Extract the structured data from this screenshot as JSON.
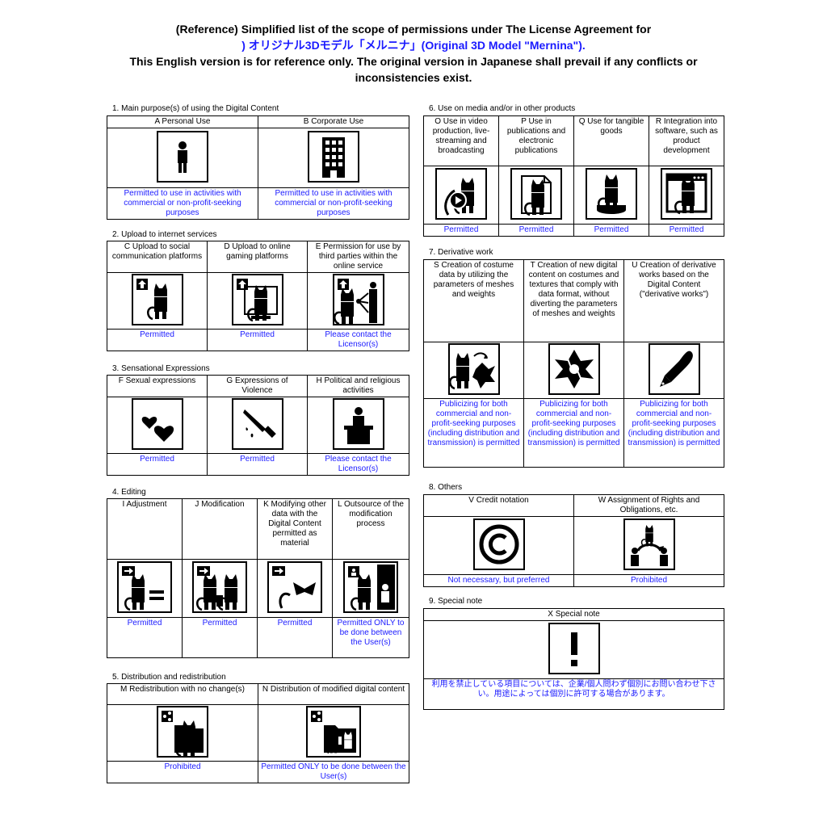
{
  "header": {
    "line1": "(Reference) Simplified list of the scope of permissions under The License Agreement for",
    "line2": ") オリジナル3Dモデル「メルニナ」(Original 3D Model \"Mernina\").",
    "line3": "This English version is for reference only. The original version in Japanese shall prevail if any conflicts or",
    "line4": "inconsistencies exist."
  },
  "sections": {
    "s1": {
      "title": "1. Main purpose(s) of using the Digital Content",
      "items": [
        {
          "label": "A Personal Use",
          "icon": "person-icon",
          "result": "Permitted to use in activities with commercial or non-profit-seeking purposes"
        },
        {
          "label": "B  Corporate Use",
          "icon": "building-icon",
          "result": "Permitted to use in activities with commercial or non-profit-seeking purposes"
        }
      ]
    },
    "s2": {
      "title": "2. Upload to internet services",
      "items": [
        {
          "label": "C Upload to social communication platforms",
          "icon": "upload-social-icon",
          "result": "Permitted"
        },
        {
          "label": "D Upload to online gaming platforms",
          "icon": "upload-gaming-icon",
          "result": "Permitted"
        },
        {
          "label": "E Permission for use by third parties within the online service",
          "icon": "third-party-share-icon",
          "result": "Please contact the Licensor(s)"
        }
      ]
    },
    "s3": {
      "title": "3. Sensational Expressions",
      "items": [
        {
          "label": "F Sexual expressions",
          "icon": "hearts-icon",
          "result": "Permitted"
        },
        {
          "label": "G Expressions of Violence",
          "icon": "knife-icon",
          "result": "Permitted"
        },
        {
          "label": "H Political and religious activities",
          "icon": "podium-icon",
          "result": "Please contact the Licensor(s)"
        }
      ]
    },
    "s4": {
      "title": "4. Editing",
      "items": [
        {
          "label": "I Adjustment",
          "icon": "adjust-icon",
          "result": "Permitted"
        },
        {
          "label": "J Modification",
          "icon": "modify-icon",
          "result": "Permitted"
        },
        {
          "label": "K Modifying other data with the Digital Content permitted as material",
          "icon": "material-icon",
          "result": "Permitted"
        },
        {
          "label": "L Outsource of the modification process",
          "icon": "outsource-icon",
          "result": "Permitted ONLY to be done between the User(s)"
        }
      ]
    },
    "s5": {
      "title": "5. Distribution and redistribution",
      "items": [
        {
          "label": "M Redistribution with no change(s)",
          "icon": "redistribute-icon",
          "result": "Prohibited"
        },
        {
          "label": "N Distribution of modified digital content",
          "icon": "distribute-modified-icon",
          "result": "Permitted ONLY to be done between the User(s)"
        }
      ]
    },
    "s6": {
      "title": "6. Use on media and/or in other products",
      "items": [
        {
          "label": "O Use in video production, live-streaming and broadcasting",
          "icon": "video-icon",
          "result": "Permitted"
        },
        {
          "label": "P Use in publications and electronic publications",
          "icon": "publication-icon",
          "result": "Permitted"
        },
        {
          "label": "Q Use for tangible goods",
          "icon": "figure-icon",
          "result": "Permitted"
        },
        {
          "label": "R Integration into software, such as product development",
          "icon": "software-icon",
          "result": "Permitted"
        }
      ]
    },
    "s7": {
      "title": "7. Derivative work",
      "items": [
        {
          "label": "S Creation of costume data by utilizing the parameters of meshes and weights",
          "icon": "costume-icon",
          "result": "Publicizing for both commercial and non-profit-seeking purposes (including distribution and transmission) is permitted"
        },
        {
          "label": "T Creation of new digital content on costumes and textures that comply with data format, without diverting the parameters of meshes and weights",
          "icon": "texture-icon",
          "result": "Publicizing for both commercial and non-profit-seeking purposes (including distribution and transmission) is permitted"
        },
        {
          "label": "U Creation of derivative works based on the Digital Content (\"derivative works\")",
          "icon": "pen-icon",
          "result": "Publicizing for both commercial and non-profit-seeking purposes (including distribution and transmission) is permitted"
        }
      ]
    },
    "s8": {
      "title": "8. Others",
      "items": [
        {
          "label": "V Credit notation",
          "icon": "copyright-icon",
          "result": "Not necessary, but preferred"
        },
        {
          "label": "W Assignment of Rights and Obligations, etc.",
          "icon": "transfer-icon",
          "result": "Prohibited"
        }
      ]
    },
    "s9": {
      "title": "9. Special note",
      "items": [
        {
          "label": "X Special note",
          "icon": "exclamation-icon",
          "result": "利用を禁止している項目については、企業/個人問わず個別にお問い合わせ下さい。用途によっては個別に許可する場合があります。"
        }
      ]
    }
  }
}
